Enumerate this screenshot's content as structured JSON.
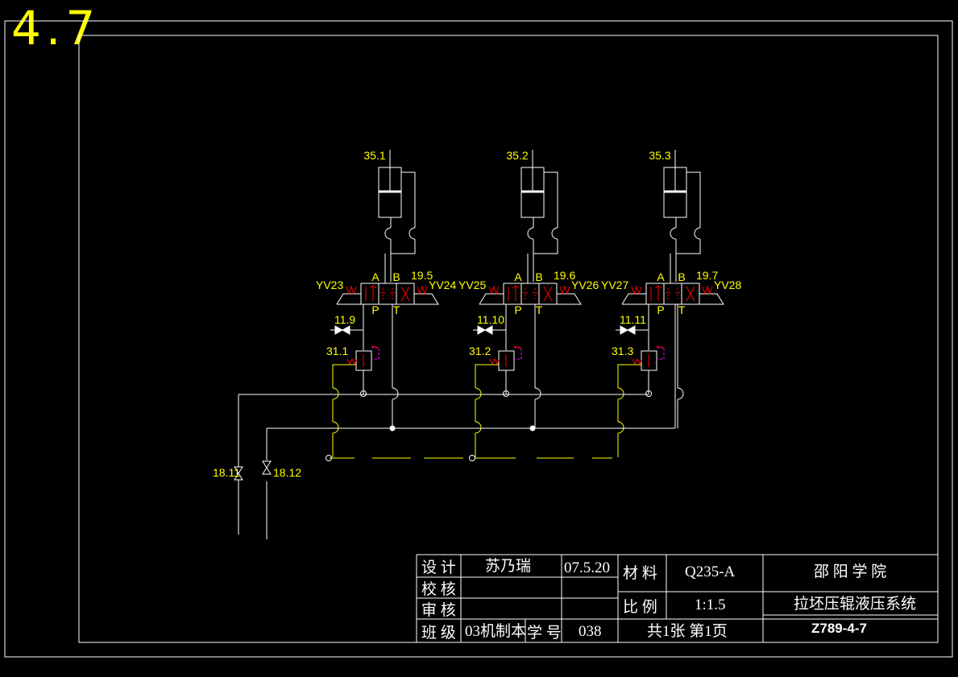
{
  "sheet_number": "4.7",
  "cylinders": [
    {
      "label": "35.1"
    },
    {
      "label": "35.2"
    },
    {
      "label": "35.3"
    }
  ],
  "valves": [
    {
      "label": "19.5",
      "left_solenoid": "YV23",
      "right_solenoid": "YV24"
    },
    {
      "label": "19.6",
      "left_solenoid": "YV25",
      "right_solenoid": "YV26"
    },
    {
      "label": "19.7",
      "left_solenoid": "YV27",
      "right_solenoid": "YV28"
    }
  ],
  "ports": {
    "a": "A",
    "b": "B",
    "p": "P",
    "t": "T"
  },
  "check_valves": [
    {
      "label": "11.9"
    },
    {
      "label": "11.10"
    },
    {
      "label": "11.11"
    }
  ],
  "pressure_valves": [
    {
      "label": "31.1"
    },
    {
      "label": "31.2"
    },
    {
      "label": "31.3"
    }
  ],
  "shutoff_valves": [
    {
      "label": "18.11"
    },
    {
      "label": "18.12"
    }
  ],
  "title_block": {
    "design_label": "设 计",
    "designer": "苏乃瑞",
    "date": "07.5.20",
    "check_label": "校 核",
    "review_label": "审 核",
    "class_label": "班 级",
    "class_value": "03机制本",
    "student_no_label": "学 号",
    "student_no": "038",
    "material_label": "材 料",
    "material": "Q235-A",
    "scale_label": "比 例",
    "scale": "1:1.5",
    "sheets": "共1张 第1页",
    "school": "邵 阳 学 院",
    "drawing_title": "拉坯压辊液压系统",
    "drawing_no": "Z789-4-7"
  },
  "colors": {
    "background": "#000000",
    "line": "#ffffff",
    "hydraulic_line": "#ffff00",
    "annotation": "#ffff00",
    "valve_detail": "#ff0000",
    "pilot": "#ff00ff"
  }
}
